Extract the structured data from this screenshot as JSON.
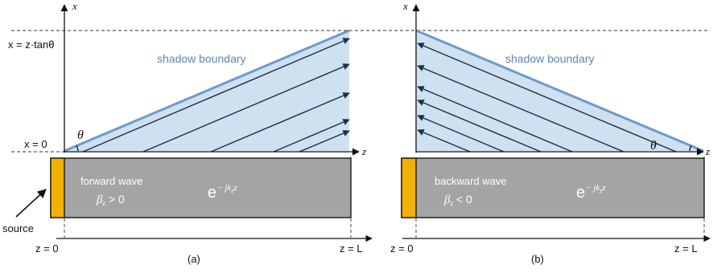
{
  "colors": {
    "shadow_fill": "#cfe0f1",
    "shadow_edge": "#6e9acb",
    "ray": "#1c2e4a",
    "waveguide": "#a4a4a4",
    "source": "#f2b000",
    "label_blue": "#5b86b5"
  },
  "left": {
    "x_axis": "x",
    "z_axis": "z",
    "x_top_label": "x = z·tanθ",
    "x_zero_label": "x = 0",
    "angle": "θ",
    "shadow_label": "shadow boundary",
    "wave_title": "forward wave",
    "beta_condition": "β",
    "beta_sub": "z",
    "beta_rel": " > 0",
    "exp_base": "e",
    "exp_power": "− jk",
    "exp_sub": "z",
    "exp_z": "z",
    "source_label": "source",
    "z_start": "z = 0",
    "z_end": "z = L",
    "caption": "(a)"
  },
  "right": {
    "x_axis": "x",
    "z_axis": "z",
    "angle": "θ",
    "shadow_label": "shadow boundary",
    "wave_title": "backward wave",
    "beta_condition": "β",
    "beta_sub": "z",
    "beta_rel": " < 0",
    "exp_base": "e",
    "exp_power": "− jk",
    "exp_sub": "z",
    "exp_z": "z",
    "z_start": "z = 0",
    "z_end": "z = L",
    "caption": "(b)"
  }
}
